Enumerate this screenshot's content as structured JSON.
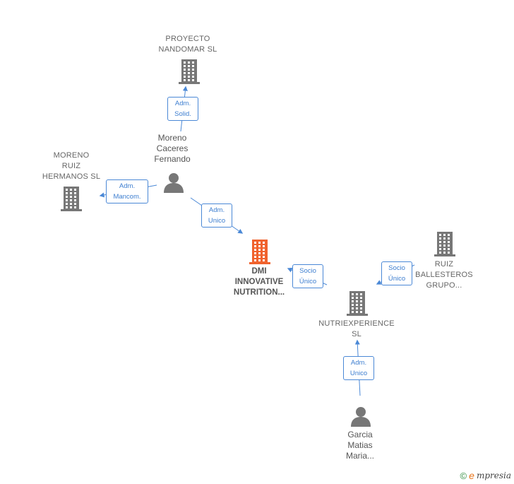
{
  "nodes": [
    {
      "id": "proyecto",
      "kind": "company",
      "label": "PROYECTO\nNANDOMAR  SL"
    },
    {
      "id": "moreno_ruiz",
      "kind": "company",
      "label": "MORENO\nRUIZ\nHERMANOS  SL"
    },
    {
      "id": "moreno_caceres",
      "kind": "person",
      "label": "Moreno\nCaceres\nFernando"
    },
    {
      "id": "dmi",
      "kind": "main",
      "label": "DMI\nINNOVATIVE\nNUTRITION..."
    },
    {
      "id": "ruiz_ballesteros",
      "kind": "company",
      "label": "RUIZ\nBALLESTEROS\nGRUPO..."
    },
    {
      "id": "nutriexperience",
      "kind": "company",
      "label": "NUTRIEXPERIENCE\nSL"
    },
    {
      "id": "garcia",
      "kind": "person",
      "label": "Garcia\nMatias\nMaria..."
    }
  ],
  "edges": [
    {
      "from": "moreno_caceres",
      "to": "proyecto",
      "label": "Adm.\nSolid."
    },
    {
      "from": "moreno_caceres",
      "to": "moreno_ruiz",
      "label": "Adm.\nMancom."
    },
    {
      "from": "moreno_caceres",
      "to": "dmi",
      "label": "Adm.\nUnico"
    },
    {
      "from": "nutriexperience",
      "to": "dmi",
      "label": "Socio\nÚnico"
    },
    {
      "from": "ruiz_ballesteros",
      "to": "nutriexperience",
      "label": "Socio\nÚnico"
    },
    {
      "from": "garcia",
      "to": "nutriexperience",
      "label": "Adm.\nUnico"
    }
  ],
  "colors": {
    "company_icon": "#777777",
    "main_icon": "#f0622d",
    "person_icon": "#777777",
    "edge": "#4a88d6"
  },
  "footer": {
    "copyright": "©",
    "brand_initial": "e",
    "brand_rest": "mpresia"
  }
}
